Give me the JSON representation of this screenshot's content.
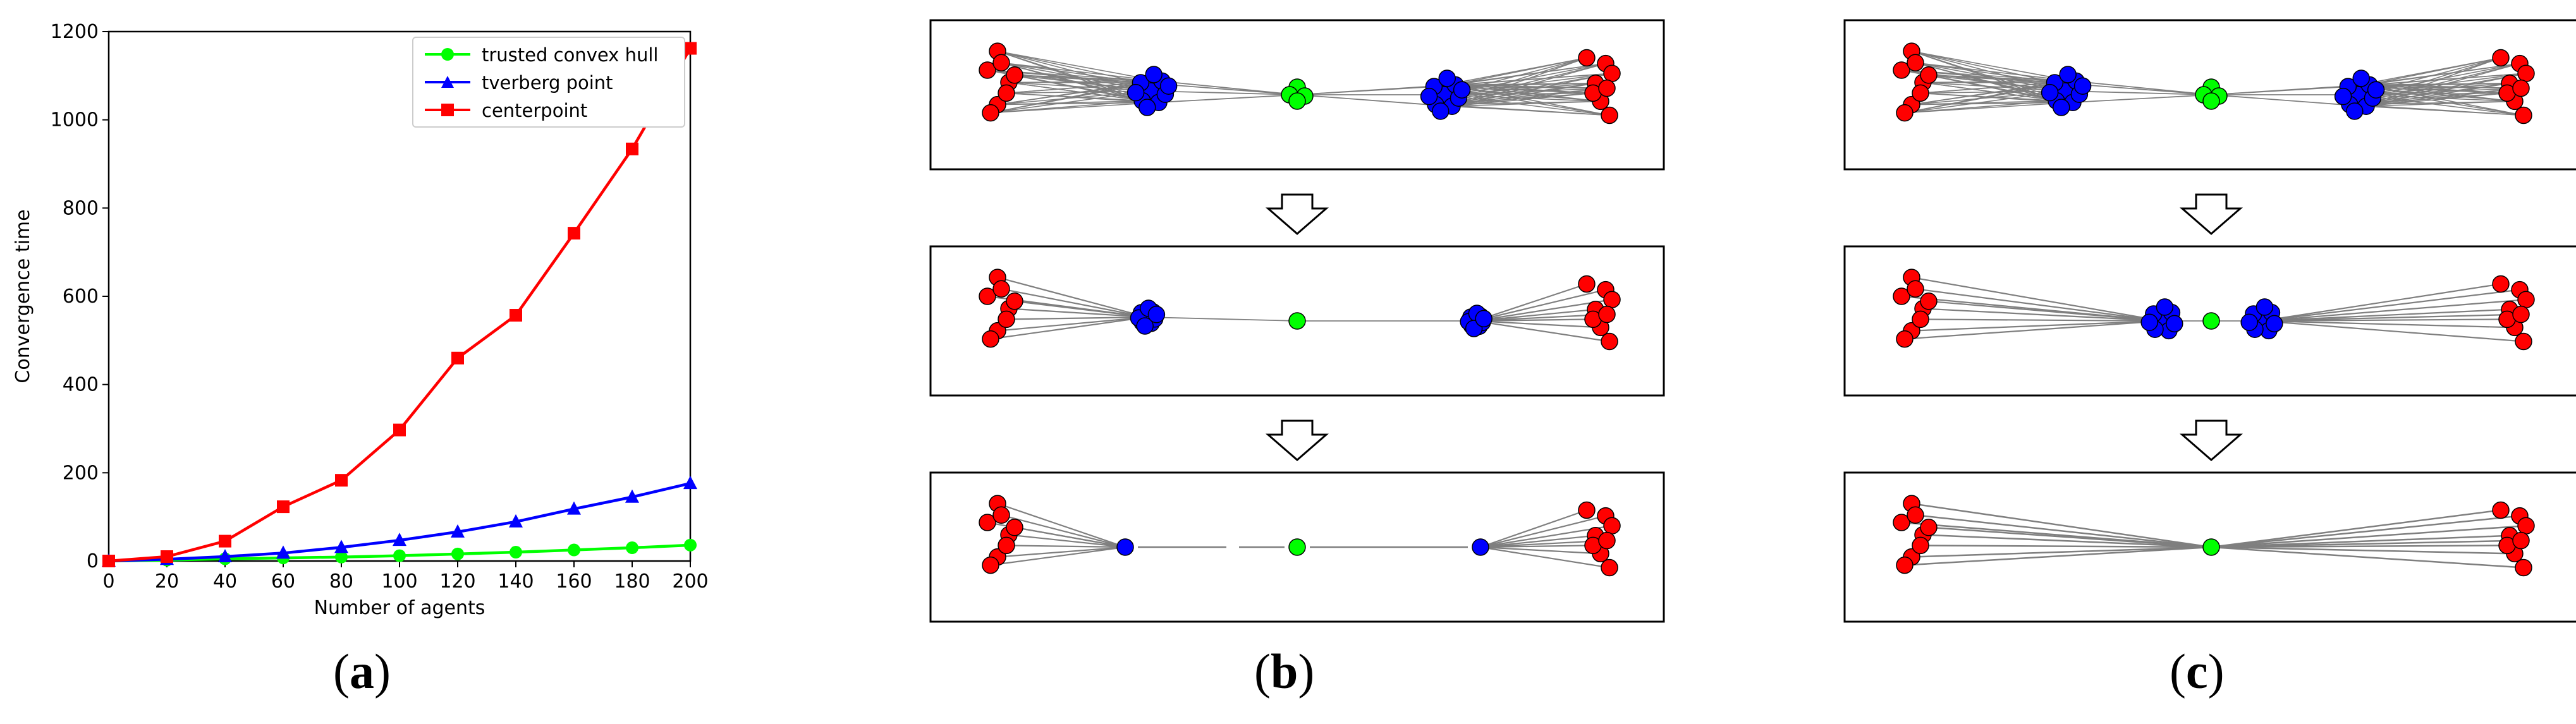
{
  "chart_data": {
    "type": "line",
    "xlabel": "Number of agents",
    "ylabel": "Convergence time",
    "x": [
      0,
      20,
      40,
      60,
      80,
      100,
      120,
      140,
      160,
      180,
      200
    ],
    "xlim": [
      0,
      200
    ],
    "ylim": [
      0,
      1200
    ],
    "xticks": [
      0,
      20,
      40,
      60,
      80,
      100,
      120,
      140,
      160,
      180,
      200
    ],
    "yticks": [
      0,
      200,
      400,
      600,
      800,
      1000,
      1200
    ],
    "legend_position": "top-right",
    "grid": false,
    "series": [
      {
        "name": "trusted convex hull",
        "color": "#00ff00",
        "marker": "circle",
        "values": [
          0,
          2,
          5,
          7,
          9,
          12,
          16,
          20,
          25,
          30,
          36
        ]
      },
      {
        "name": "tverberg point",
        "color": "#0000ff",
        "marker": "triangle",
        "values": [
          0,
          4,
          10,
          18,
          31,
          47,
          66,
          89,
          118,
          145,
          176
        ]
      },
      {
        "name": "centerpoint",
        "color": "#ff0000",
        "marker": "square",
        "values": [
          0,
          10,
          45,
          123,
          183,
          297,
          460,
          557,
          743,
          934,
          1162
        ]
      }
    ]
  },
  "captions": {
    "a": "a",
    "b": "b",
    "c": "c"
  },
  "colors": {
    "red_agent": "#ff0000",
    "blue_agent": "#0000ff",
    "green_agent": "#00ff00",
    "edge": "#7f7f7f"
  },
  "panels": {
    "b": [
      {
        "stage": 1,
        "red": "clusters",
        "blue": "clusters",
        "green": "cluster"
      },
      {
        "stage": 2,
        "red": "clusters",
        "blue": "tight",
        "green": "point"
      },
      {
        "stage": 3,
        "red": "clusters",
        "blue": "point",
        "green": "point"
      }
    ],
    "c": [
      {
        "stage": 1,
        "red": "clusters",
        "blue": "clusters",
        "green": "cluster"
      },
      {
        "stage": 2,
        "red": "clusters",
        "blue": "near-center",
        "green": "point"
      },
      {
        "stage": 3,
        "red": "clusters",
        "blue": "none",
        "green": "point"
      }
    ]
  }
}
